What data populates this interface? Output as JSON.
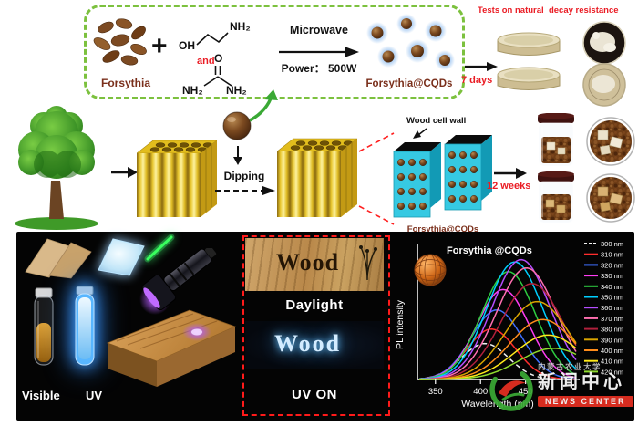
{
  "synthesis": {
    "forsythia_label": "Forsythia",
    "plus_sign": "+",
    "reagents": {
      "hydroxyl": "OH",
      "and_word": "and",
      "amine_top": "NH₂",
      "carbonyl_oxygen": "O",
      "amide_left": "NH₂",
      "amide_right": "NH₂"
    },
    "microwave_label": "Microwave",
    "power_label": "Power： 500W",
    "product_label": "Forsythia@CQDs"
  },
  "decay_test": {
    "title": "Tests on natural  decay resistance",
    "duration_label": "7 days"
  },
  "treatment": {
    "dipping_label": "Dipping",
    "wood_cell_wall_label": "Wood cell wall",
    "cqds_label": "Forsythia@CQDs",
    "duration_label": "12 weeks"
  },
  "luminescence": {
    "visible_label": "Visible",
    "uv_label": "UV",
    "daylight_wood_text": "Wood",
    "daylight_label": "Daylight",
    "uv_wood_text": "Wood",
    "uv_on_label": "UV ON"
  },
  "chart_data": {
    "type": "line",
    "title": "Forsythia @CQDs",
    "xlabel": "Wavelength (nm)",
    "ylabel": "PL intensity",
    "xlim": [
      330,
      510
    ],
    "ylim": [
      0,
      1.08
    ],
    "x_ticks": [
      350,
      400,
      450
    ],
    "grid": false,
    "legend_position": "right",
    "series": [
      {
        "name": "300 nm",
        "color": "#f2f2f2",
        "dashed": true,
        "peak_nm": 405,
        "peak_intensity": 0.3,
        "sigma": 26
      },
      {
        "name": "310 nm",
        "color": "#ff2d2d",
        "dashed": false,
        "peak_nm": 412,
        "peak_intensity": 0.42,
        "sigma": 27
      },
      {
        "name": "320 nm",
        "color": "#3f6fff",
        "dashed": false,
        "peak_nm": 418,
        "peak_intensity": 0.58,
        "sigma": 28
      },
      {
        "name": "330 nm",
        "color": "#ff3df2",
        "dashed": false,
        "peak_nm": 425,
        "peak_intensity": 0.75,
        "sigma": 29
      },
      {
        "name": "340 nm",
        "color": "#2ecc40",
        "dashed": false,
        "peak_nm": 431,
        "peak_intensity": 0.9,
        "sigma": 30
      },
      {
        "name": "350 nm",
        "color": "#00cfff",
        "dashed": false,
        "peak_nm": 438,
        "peak_intensity": 0.98,
        "sigma": 31
      },
      {
        "name": "360 nm",
        "color": "#b44dff",
        "dashed": false,
        "peak_nm": 445,
        "peak_intensity": 1.0,
        "sigma": 32
      },
      {
        "name": "370 nm",
        "color": "#ff6fb0",
        "dashed": false,
        "peak_nm": 451,
        "peak_intensity": 0.93,
        "sigma": 33
      },
      {
        "name": "380 nm",
        "color": "#b0203c",
        "dashed": false,
        "peak_nm": 457,
        "peak_intensity": 0.8,
        "sigma": 34
      },
      {
        "name": "390 nm",
        "color": "#d9a400",
        "dashed": false,
        "peak_nm": 463,
        "peak_intensity": 0.65,
        "sigma": 35
      },
      {
        "name": "400 nm",
        "color": "#ff8c1a",
        "dashed": false,
        "peak_nm": 469,
        "peak_intensity": 0.5,
        "sigma": 36
      },
      {
        "name": "410 nm",
        "color": "#ffe91a",
        "dashed": false,
        "peak_nm": 475,
        "peak_intensity": 0.37,
        "sigma": 37
      },
      {
        "name": "420 nm",
        "color": "#8fdc2e",
        "dashed": false,
        "peak_nm": 481,
        "peak_intensity": 0.26,
        "sigma": 38
      }
    ]
  },
  "watermark": {
    "org_line": "内蒙古农业大学",
    "title_line": "新闻中心",
    "subtitle_line": "NEWS CENTER"
  }
}
